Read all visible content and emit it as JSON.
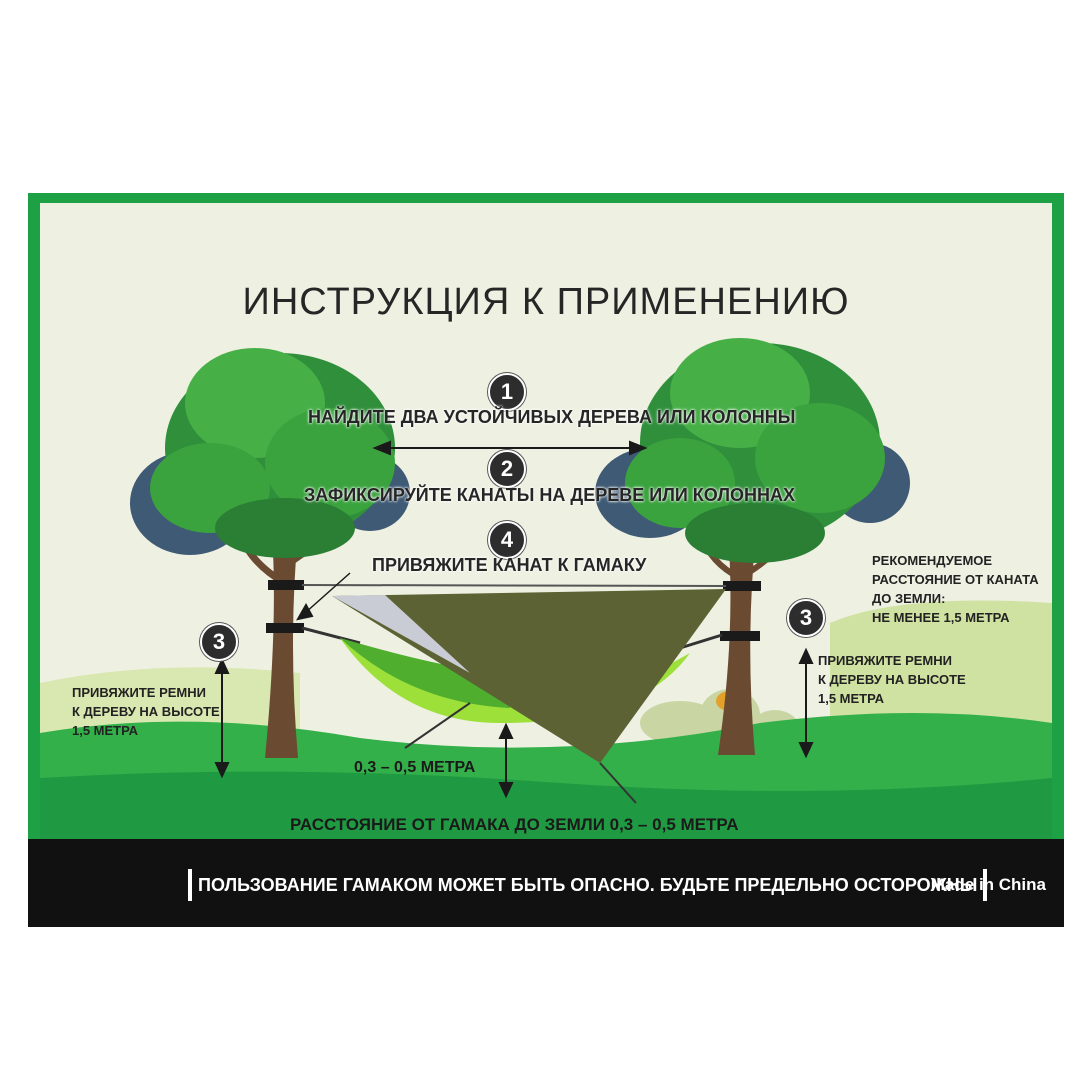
{
  "title": "ИНСТРУКЦИЯ К ПРИМЕНЕНИЮ",
  "steps": [
    {
      "number": "1",
      "text": "НАЙДИТЕ ДВА УСТОЙЧИВЫХ ДЕРЕВА ИЛИ КОЛОННЫ"
    },
    {
      "number": "2",
      "text": "ЗАФИКСИРУЙТЕ КАНАТЫ НА ДЕРЕВЕ ИЛИ КОЛОННАХ"
    },
    {
      "number": "4",
      "text": "ПРИВЯЖИТЕ КАНАТ К ГАМАКУ"
    }
  ],
  "step3_number": "3",
  "left_note": "ПРИВЯЖИТЕ РЕМНИ\nК ДЕРЕВУ НА ВЫСОТЕ\n1,5 МЕТРА",
  "right_note_top": "РЕКОМЕНДУЕМОЕ\nРАССТОЯНИЕ ОТ КАНАТА\nДО ЗЕМЛИ:\nНЕ МЕНЕЕ 1,5 МЕТРА",
  "right_note_bottom": "ПРИВЯЖИТЕ РЕМНИ\nК ДЕРЕВУ НА ВЫСОТЕ\n1,5 МЕТРА",
  "height_label": "0,3 – 0,5  МЕТРА",
  "ground_distance": "РАССТОЯНИЕ ОТ ГАМАКА ДО ЗЕМЛИ 0,3 – 0,5 МЕТРА",
  "warning": "ПОЛЬЗОВАНИЕ ГАМАКОМ МОЖЕТ БЫТЬ ОПАСНО. БУДЬТЕ ПРЕДЕЛЬНО ОСТОРОЖНЫ",
  "made_in": "Made in China",
  "colors": {
    "frame_green": "#1ea045",
    "panel": "#eef0e2",
    "foliage": "#3ea63a",
    "tarp": "#5c6234",
    "hammock": "#9ee03a",
    "footer": "#111111"
  }
}
